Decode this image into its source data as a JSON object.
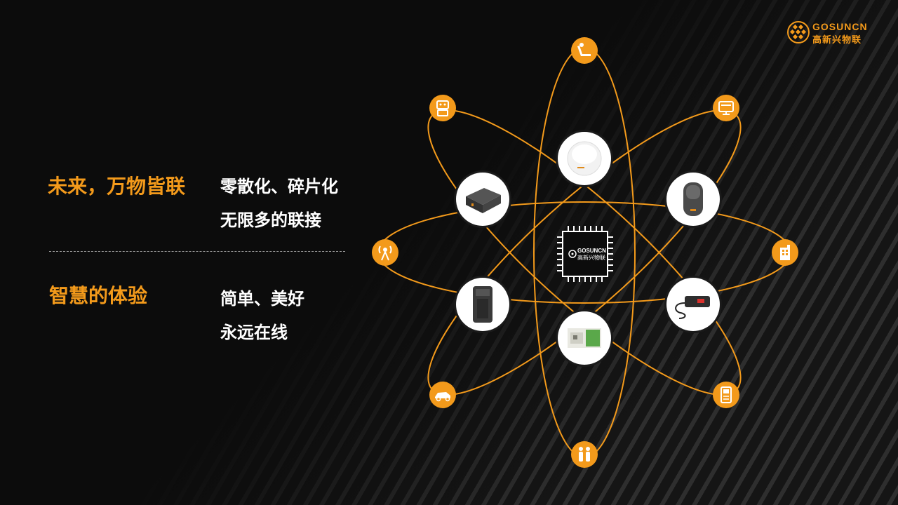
{
  "brand": {
    "name_en": "GOSUNCN",
    "name_cn": "高新兴物联",
    "accent_color": "#f39a1b"
  },
  "sections": [
    {
      "heading": "未来，万物皆联",
      "lines": [
        "零散化、碎片化",
        "无限多的联接"
      ]
    },
    {
      "heading": "智慧的体验",
      "lines": [
        "简单、美好",
        "永远在线"
      ]
    }
  ],
  "chip": {
    "name_en": "GOSUNCN",
    "name_cn": "高新兴物联"
  },
  "device_nodes": [
    "smoke-detector",
    "telematics-box",
    "key-fob",
    "obd-dongle",
    "gps-tracker",
    "iot-module-board"
  ],
  "outer_icons": [
    "massage-chair-icon",
    "robot-icon",
    "monitor-icon",
    "antenna-tower-icon",
    "building-icon",
    "car-icon",
    "handheld-terminal-icon",
    "family-icon"
  ]
}
